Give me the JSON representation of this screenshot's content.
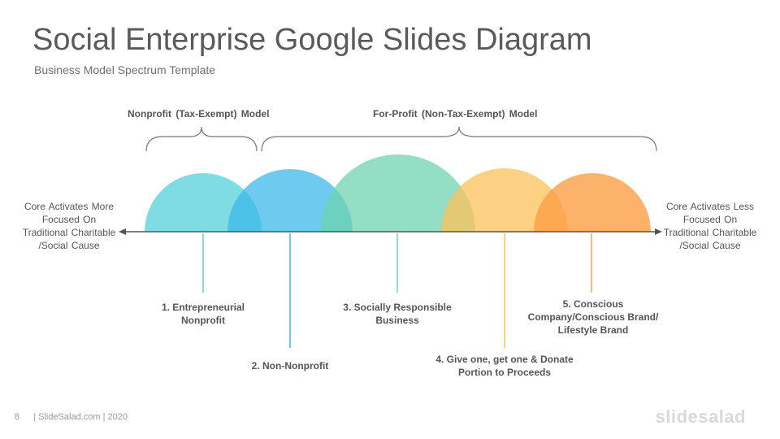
{
  "title": "Social Enterprise Google Slides Diagram",
  "subtitle": "Business Model Spectrum Template",
  "groups": [
    {
      "label": "Nonprofit  (Tax-Exempt)  Model"
    },
    {
      "label": "For-Profit  (Non-Tax-Exempt)  Model"
    }
  ],
  "left_text": "Core Activates More Focused On Traditional Charitable /Social Cause",
  "right_text": "Core Activates Less Focused On Traditional Charitable /Social Cause",
  "items": [
    {
      "label": "1. Entrepreneurial\nNonprofit",
      "color": "#5fd3dc"
    },
    {
      "label": "2. Non-Nonprofit",
      "color": "#3db8ea"
    },
    {
      "label": "3. Socially Responsible\nBusiness",
      "color": "#6fd3b0"
    },
    {
      "label": "4. Give one, get one & Donate\nPortion to Proceeds",
      "color": "#fcc15a"
    },
    {
      "label": "5. Conscious\nCompany/Conscious  Brand/\nLifestyle Brand",
      "color": "#fb9f45"
    }
  ],
  "footer": {
    "page": "8",
    "text": "| SlideSalad.com | 2020"
  },
  "logo": "slidesalad"
}
